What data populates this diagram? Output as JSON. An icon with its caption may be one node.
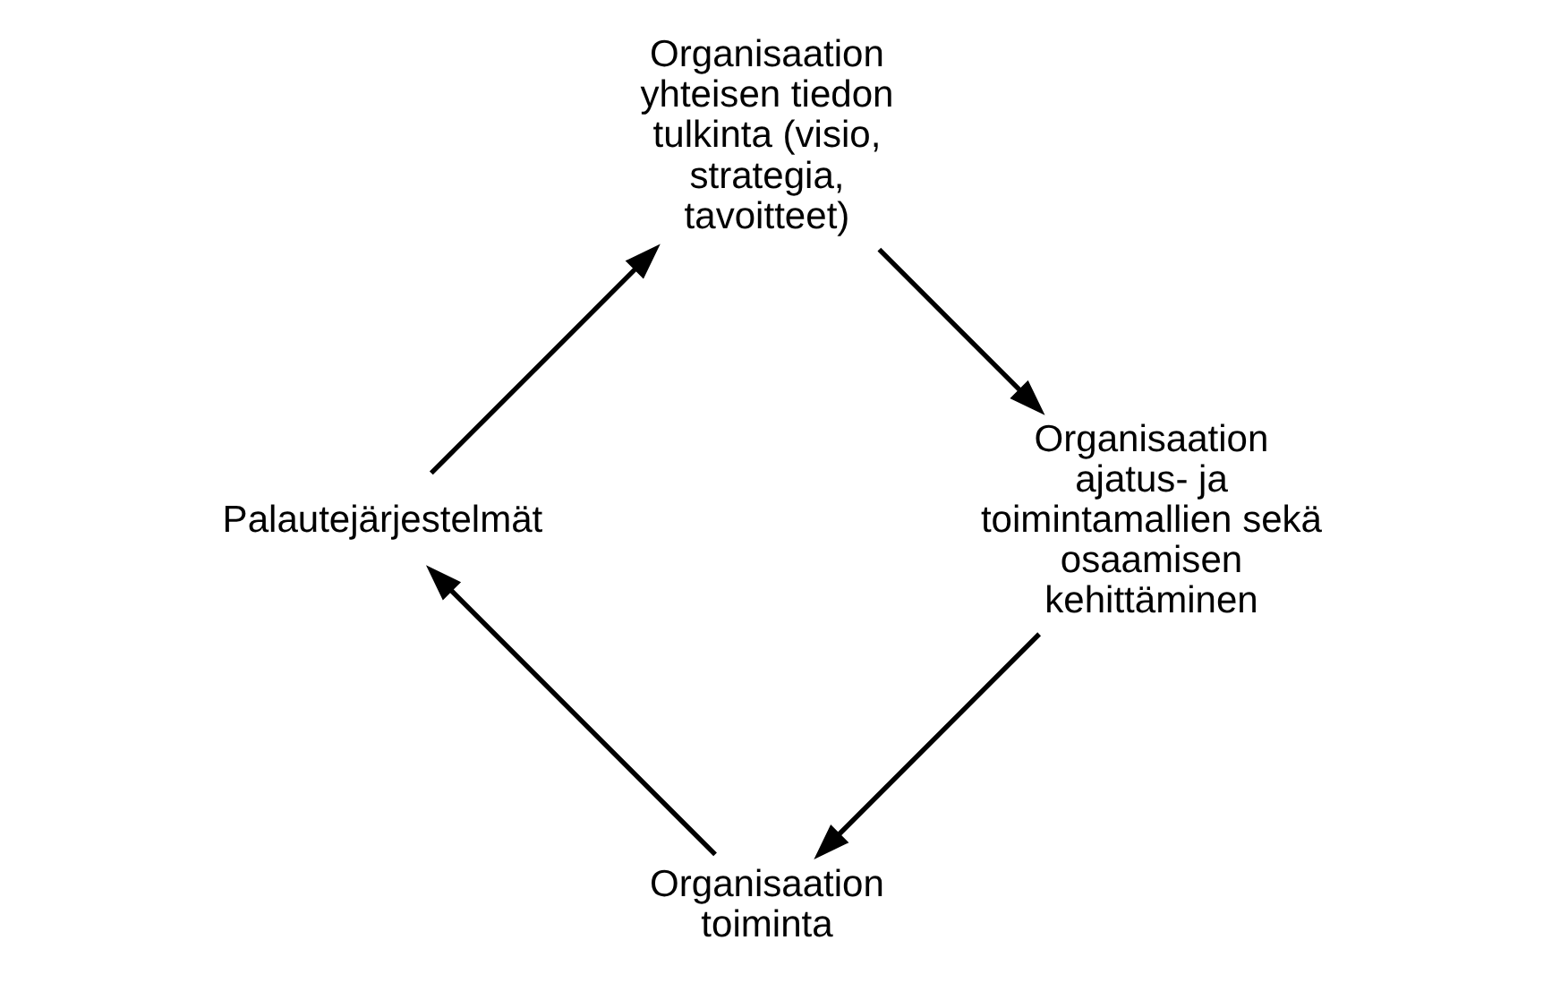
{
  "diagram": {
    "nodes": [
      {
        "text": [
          "Organisaation toiminta"
        ]
      },
      {
        "text": [
          "Palautejärjestelmät"
        ]
      },
      {
        "text": [
          "Organisaation yhteisen tiedon tulkinta (visio, strategia, tavoitteet)"
        ]
      },
      {
        "text": [
          "Organisaation ajatus- ja toimintamallien sekä osaamisen kehittäminen"
        ]
      }
    ],
    "edges": [
      {
        "from": 0,
        "to": 1,
        "arrow": "to"
      },
      {
        "from": 1,
        "to": 2,
        "arrow": "to"
      },
      {
        "from": 2,
        "to": 3,
        "arrow": "to"
      },
      {
        "from": 3,
        "to": 0,
        "arrow": "to"
      }
    ]
  }
}
